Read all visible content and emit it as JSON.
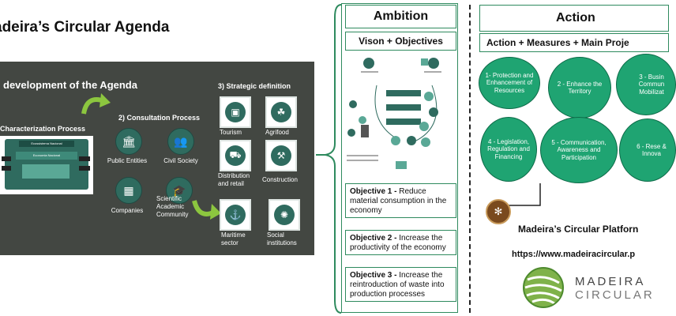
{
  "page_title": "adeira’s Circular Agenda",
  "left_panel": {
    "header": "development of the Agenda",
    "section1": {
      "title": "Characterization Process",
      "map_header_top": "Ecossistema Nacional",
      "map_header_mid": "Economia Nacional"
    },
    "section2": {
      "title": "2) Consultation Process",
      "items": [
        "Public Entities",
        "Civil Society",
        "Companies",
        "Scientific Academic Community"
      ]
    },
    "section3": {
      "title": "3) Strategic definition",
      "items": [
        "Tourism",
        "Agrifood",
        "Distribution and retail",
        "Construction",
        "Maritime sector",
        "Social institutions"
      ]
    }
  },
  "ambition": {
    "title": "Ambition",
    "subtitle": "Vison + Objectives",
    "objectives": [
      {
        "label": "Objective 1 - ",
        "text": "Reduce material consumption in the economy"
      },
      {
        "label": "Objective 2 - ",
        "text": "Increase the productivity of the economy"
      },
      {
        "label": "Objective 3 - ",
        "text": "Increase the reintroduction of waste into production processes"
      }
    ]
  },
  "action": {
    "title": "Action",
    "subtitle": "Action + Measures + Main Proje",
    "measures": [
      "1- Protection and Enhancement of Resources",
      "2 - Enhance the Territory",
      "3 - Busin Commun Mobilizat",
      "4 - Legislation, Regulation and Financing",
      "5 - Communication, Awareness and Participation",
      "6 - Rese & Innova"
    ],
    "platform_title": "Madeira’s Circular Platforn",
    "platform_url": "https://www.madeiracircular.p",
    "logo_word1": "MADEIRA",
    "logo_word2": "CIRCULAR"
  },
  "colors": {
    "dark_panel": "#434742",
    "green_accent": "#2e8a5e",
    "measure_fill": "#1fa472"
  }
}
